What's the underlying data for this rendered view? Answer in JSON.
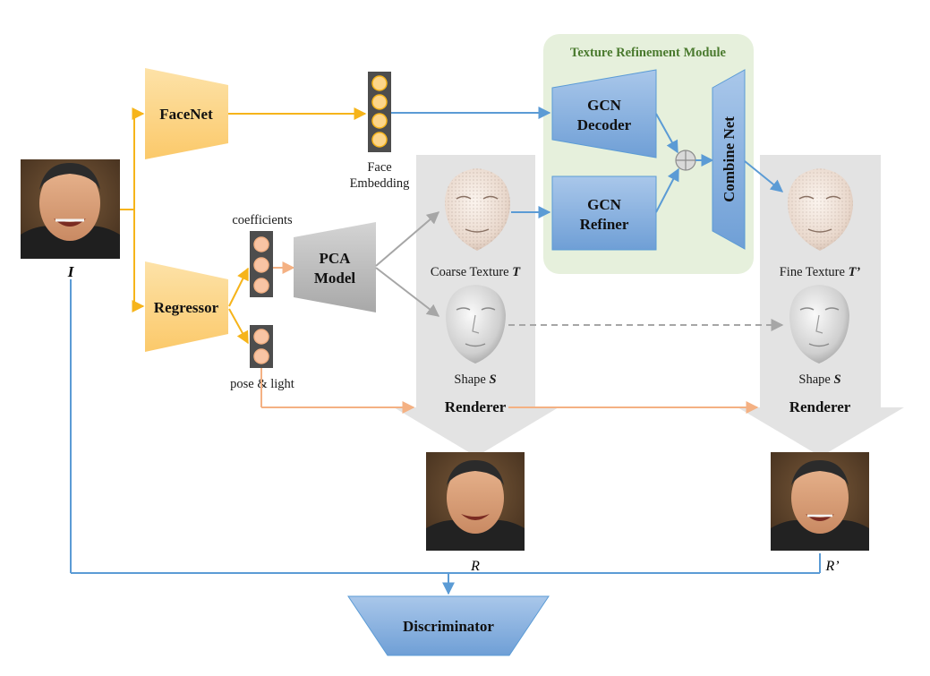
{
  "module": {
    "title": "Texture Refinement Module"
  },
  "blocks": {
    "facenet": "FaceNet",
    "regressor": "Regressor",
    "pca_line1": "PCA",
    "pca_line2": "Model",
    "gcn_decoder_line1": "GCN",
    "gcn_decoder_line2": "Decoder",
    "gcn_refiner_line1": "GCN",
    "gcn_refiner_line2": "Refiner",
    "combine_net": "Combine Net",
    "discriminator": "Discriminator"
  },
  "labels": {
    "face_embedding_line1": "Face",
    "face_embedding_line2": "Embedding",
    "coefficients": "coefficients",
    "pose_light": "pose & light",
    "input_symbol": "I",
    "coarse_texture_text": "Coarse Texture ",
    "coarse_texture_symbol": "T",
    "fine_texture_text": "Fine Texture ",
    "fine_texture_symbol": "T’",
    "shape_text": "Shape ",
    "shape_symbol": "S",
    "renderer_left": "Renderer",
    "renderer_right": "Renderer",
    "render_symbol": "R",
    "render_symbol_refined": "R’"
  },
  "colors": {
    "facenet_fill": "#fcd58a",
    "gcn_fill": "#8fb4e0",
    "pca_fill": "#b9b9b9",
    "module_bg": "#e6f0dc",
    "module_title": "#4a7a2e",
    "arrow_orange": "#f6b41a",
    "arrow_blue": "#5b9bd5",
    "arrow_salmon": "#f4b183",
    "arrow_gray": "#a6a6a6",
    "renderer_bg": "#e3e3e3"
  }
}
